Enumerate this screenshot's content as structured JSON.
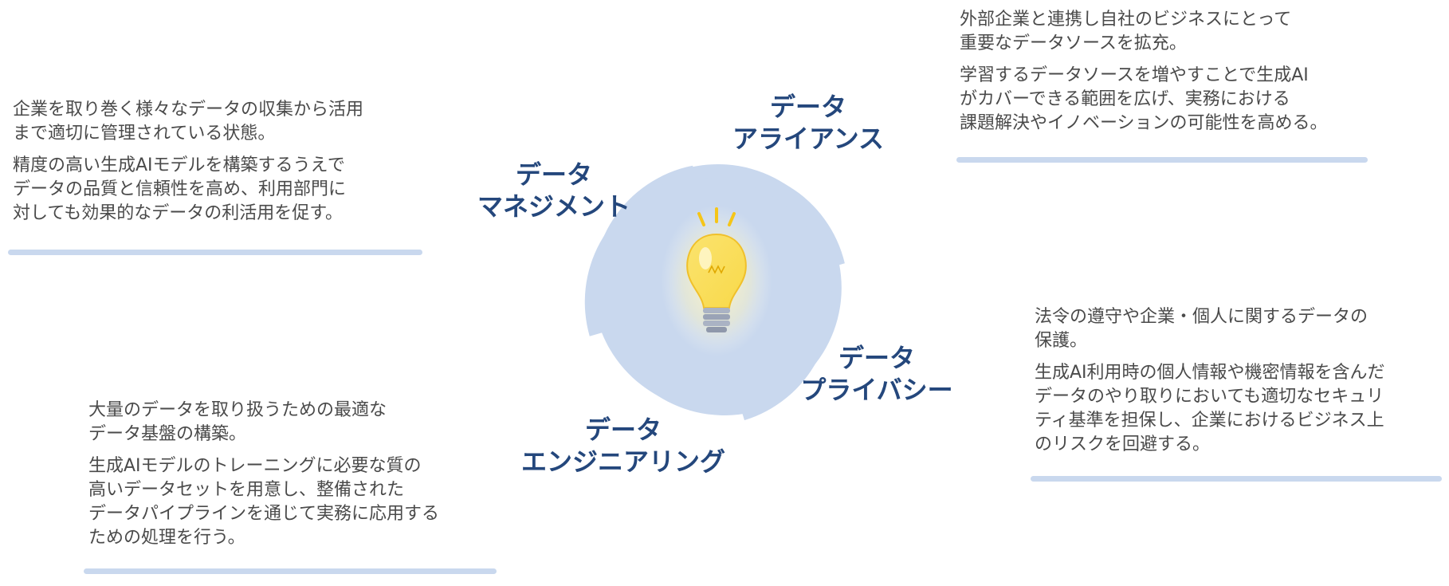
{
  "colors": {
    "petal": "#c9d8ee",
    "title": "#24477c",
    "text": "#4a4a4a",
    "bulb": "#f8d94a"
  },
  "center_icon": "lightbulb-icon",
  "petals": [
    {
      "id": "management",
      "title_lines": [
        "データ",
        "マネジメント"
      ],
      "desc": [
        "企業を取り巻く様々なデータの収集から活用\nまで適切に管理されている状態。",
        "精度の高い生成AIモデルを構築するうえで\nデータの品質と信頼性を高め、利用部門に\n対しても効果的なデータの利活用を促す。"
      ]
    },
    {
      "id": "alliance",
      "title_lines": [
        "データ",
        "アライアンス"
      ],
      "desc": [
        "外部企業と連携し自社のビジネスにとって\n重要なデータソースを拡充。",
        "学習するデータソースを増やすことで生成AI\nがカバーできる範囲を広げ、実務における\n課題解決やイノベーションの可能性を高める。"
      ]
    },
    {
      "id": "privacy",
      "title_lines": [
        "データ",
        "プライバシー"
      ],
      "desc": [
        "法令の遵守や企業・個人に関するデータの\n保護。",
        "生成AI利用時の個人情報や機密情報を含んだ\nデータのやり取りにおいても適切なセキュリ\nティ基準を担保し、企業におけるビジネス上\nのリスクを回避する。"
      ]
    },
    {
      "id": "engineering",
      "title_lines": [
        "データ",
        "エンジニアリング"
      ],
      "desc": [
        "大量のデータを取り扱うための最適な\nデータ基盤の構築。",
        "生成AIモデルのトレーニングに必要な質の\n高いデータセットを用意し、整備された\nデータパイプラインを通じて実務に応用する\nための処理を行う。"
      ]
    }
  ]
}
